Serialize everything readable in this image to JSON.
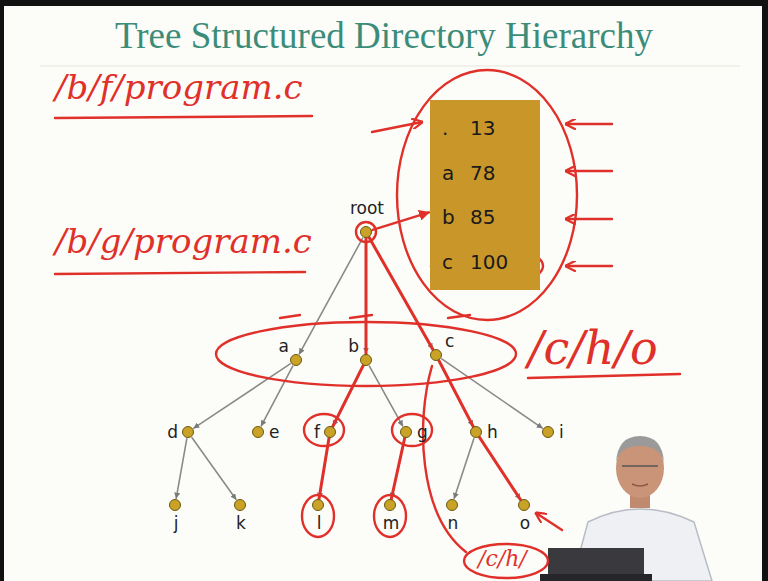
{
  "diagram": {
    "title": "Tree Structured Directory Hierarchy",
    "nodes": [
      {
        "text": [
          ".",
          "13",
          "a",
          "78",
          "b",
          "85",
          "c",
          "100"
        ]
      },
      {
        "text": [
          "root"
        ]
      },
      {
        "text": [
          "a"
        ]
      },
      {
        "text": [
          "b"
        ]
      },
      {
        "text": [
          "c"
        ]
      },
      {
        "text": [
          "d"
        ]
      },
      {
        "text": [
          "e"
        ]
      },
      {
        "text": [
          "f"
        ]
      },
      {
        "text": [
          "g"
        ]
      },
      {
        "text": [
          "h"
        ]
      },
      {
        "text": [
          "i"
        ]
      },
      {
        "text": [
          "j"
        ]
      },
      {
        "text": [
          "k"
        ]
      },
      {
        "text": [
          "l"
        ]
      },
      {
        "text": [
          "m"
        ]
      },
      {
        "text": [
          "n"
        ]
      },
      {
        "text": [
          "o"
        ]
      }
    ],
    "edges": [
      {
        "from": 1,
        "to": 0,
        "arrow": "to"
      },
      {
        "from": 1,
        "to": 2,
        "arrow": "to"
      },
      {
        "from": 1,
        "to": 3,
        "arrow": "to"
      },
      {
        "from": 1,
        "to": 4,
        "arrow": "to"
      },
      {
        "from": 2,
        "to": 5,
        "arrow": "to"
      },
      {
        "from": 2,
        "to": 6,
        "arrow": "to"
      },
      {
        "from": 3,
        "to": 7,
        "arrow": "to"
      },
      {
        "from": 3,
        "to": 8,
        "arrow": "to"
      },
      {
        "from": 4,
        "to": 9,
        "arrow": "to"
      },
      {
        "from": 4,
        "to": 10,
        "arrow": "to"
      },
      {
        "from": 5,
        "to": 11,
        "arrow": "to"
      },
      {
        "from": 5,
        "to": 12,
        "arrow": "to"
      },
      {
        "from": 7,
        "to": 13,
        "arrow": "to"
      },
      {
        "from": 8,
        "to": 14,
        "arrow": "to"
      },
      {
        "from": 9,
        "to": 15,
        "arrow": "to"
      },
      {
        "from": 9,
        "to": 16,
        "arrow": "to"
      }
    ],
    "labels": [
      "/b/f/program.c",
      "/b/g/program.c",
      "/c/h/o",
      "/c/h/"
    ]
  }
}
